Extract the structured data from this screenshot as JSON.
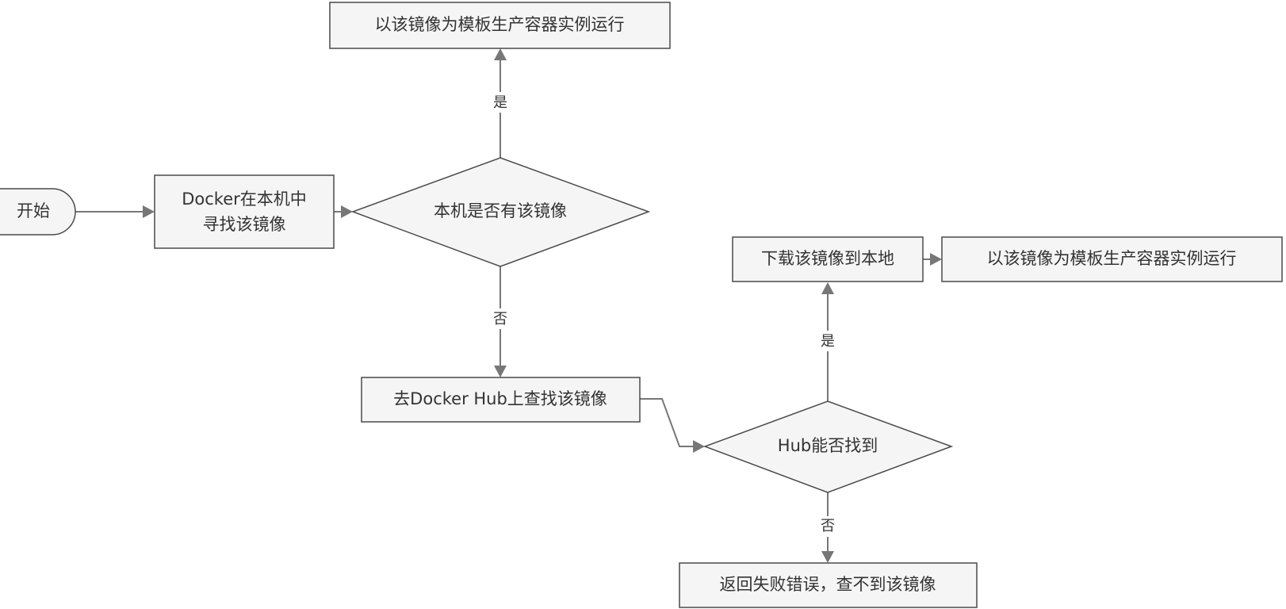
{
  "diagram": {
    "nodes": {
      "start": {
        "label": "开始"
      },
      "search_local": {
        "line1": "Docker在本机中",
        "line2": "寻找该镜像"
      },
      "decision_local": {
        "label": "本机是否有该镜像"
      },
      "run_top": {
        "label": "以该镜像为模板生产容器实例运行"
      },
      "search_hub": {
        "label": "去Docker Hub上查找该镜像"
      },
      "decision_hub": {
        "label": "Hub能否找到"
      },
      "download": {
        "label": "下载该镜像到本地"
      },
      "run_right": {
        "label": "以该镜像为模板生产容器实例运行"
      },
      "error": {
        "label": "返回失败错误，查不到该镜像"
      }
    },
    "edge_labels": {
      "local_yes": "是",
      "local_no": "否",
      "hub_yes": "是",
      "hub_no": "否"
    }
  }
}
